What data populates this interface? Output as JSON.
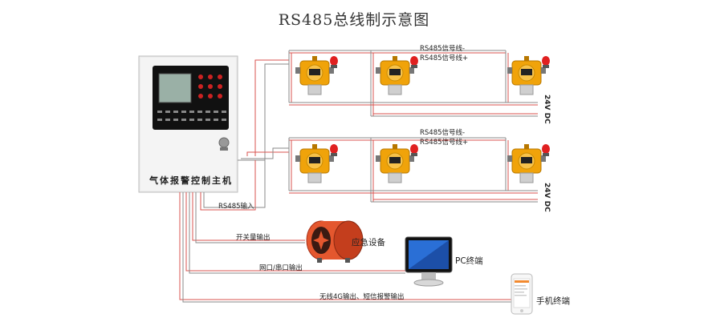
{
  "title": "RS485总线制示意图",
  "controller": {
    "label": "气体报警控制主机"
  },
  "bus_rows": [
    {
      "minus_label": "RS485信号线-",
      "plus_label": "RS485信号线+",
      "power_label": "24V DC"
    },
    {
      "minus_label": "RS485信号线-",
      "plus_label": "RS485信号线+",
      "power_label": "24V DC"
    }
  ],
  "connections": {
    "rs485_input": "RS485输入",
    "switch_output": "开关量输出",
    "network_output": "网口/串口输出",
    "wireless_output": "无线4G输出、短信报警输出"
  },
  "devices": {
    "emergency": "应急设备",
    "pc": "PC终端",
    "phone": "手机终端"
  },
  "colors": {
    "wire_red": "#d9534f",
    "wire_gray": "#8a8a8a",
    "detector_yellow": "#f0a30a",
    "alarm_red": "#e02020",
    "fan_red": "#e4572e"
  }
}
